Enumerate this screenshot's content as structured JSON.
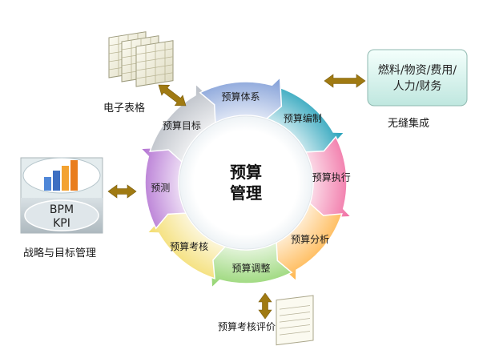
{
  "center": {
    "line1": "预算",
    "line2": "管理"
  },
  "cycle": [
    {
      "label": "预算编制",
      "color": "#1f9fb8"
    },
    {
      "label": "预算执行",
      "color": "#f06aa0"
    },
    {
      "label": "预算分析",
      "color": "#ffb347"
    },
    {
      "label": "预算调整",
      "color": "#8fd36a"
    },
    {
      "label": "预算考核",
      "color": "#f3dc6a"
    },
    {
      "label": "预测",
      "color": "#b16fd1"
    },
    {
      "label": "预算目标",
      "color": "#b7bcc4"
    },
    {
      "label": "预算体系",
      "color": "#7d9bd6"
    }
  ],
  "spreadsheet": {
    "label": "电子表格"
  },
  "integration": {
    "box_line1": "燃料/物资/费用/",
    "box_line2": "人力/财务",
    "caption": "无缝集成"
  },
  "strategy": {
    "bpm": "BPM",
    "kpi": "KPI",
    "caption": "战略与目标管理"
  },
  "evaluation": {
    "caption": "预算考核评价"
  },
  "colors": {
    "arrow": "#a07a12",
    "ring_highlight": "#58c2dc"
  }
}
